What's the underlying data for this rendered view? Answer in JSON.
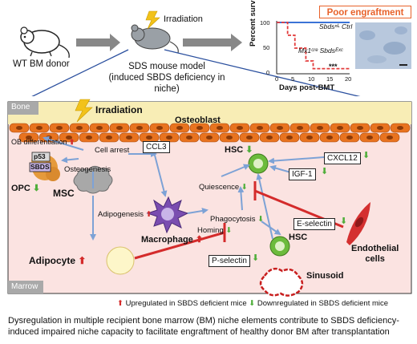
{
  "top": {
    "donor_label": "WT BM donor",
    "irradiation_label": "Irradiation",
    "model_label_line1": "SDS mouse model",
    "model_label_line2": "(induced SBDS deficiency in niche)",
    "poor_engraftment": "Poor engraftment"
  },
  "survival_chart": {
    "ylabel": "Percent survival",
    "xlabel": "Days post-BMT",
    "legend_ctrl": "Sbdsⁿᴸ Ctrl",
    "legend_exc": "Mx1ᶜʳᵉ Sbdsᴱˣᶜ",
    "asterisks": "***",
    "y_ticks": [
      "0",
      "50",
      "100"
    ],
    "x_ticks": [
      "0",
      "5",
      "10",
      "15",
      "20"
    ]
  },
  "chart_data": {
    "type": "line",
    "title": "",
    "xlabel": "Days post-BMT",
    "ylabel": "Percent survival",
    "xlim": [
      0,
      20
    ],
    "ylim": [
      0,
      100
    ],
    "series": [
      {
        "name": "Sbds fl/fl Ctrl",
        "color": "#1f5fd1",
        "x": [
          0,
          20
        ],
        "y": [
          100,
          100
        ]
      },
      {
        "name": "Mx1 Cre Sbds Exc",
        "color": "#e23b3b",
        "x": [
          0,
          3,
          3,
          5,
          5,
          8,
          8,
          10,
          10,
          20
        ],
        "y": [
          100,
          100,
          75,
          75,
          50,
          50,
          25,
          25,
          10,
          10
        ]
      }
    ]
  },
  "niche": {
    "bone_label": "Bone",
    "marrow_label": "Marrow",
    "irradiation_label": "Irradiation",
    "osteoblast_label": "Osteoblast",
    "ob_diff_label": "OB differentiation",
    "p53_label": "p53",
    "sbds_label": "SBDS",
    "opc_label": "OPC",
    "cell_arrest_label": "Cell arrest",
    "osteogenesis_label": "Osteogenesis",
    "msc_label": "MSC",
    "adipogenesis_label": "Adipogenesis",
    "adipocyte_label": "Adipocyte",
    "ccl3_label": "CCL3",
    "macrophage_label": "Macrophage",
    "phagocytosis_label": "Phagocytosis",
    "quiescence_label": "Quiescence",
    "hsc_top_label": "HSC",
    "hsc_bottom_label": "HSC",
    "igf1_label": "IGF-1",
    "cxcl12_label": "CXCL12",
    "eselectin_label": "E-selectin",
    "homing_label": "Homing",
    "pselectin_label": "P-selectin",
    "endothelial_label_line1": "Endothelial",
    "endothelial_label_line2": "cells",
    "sinusoid_label": "Sinusoid"
  },
  "legend": {
    "up_label": "Upregulated in SBDS deficient mice",
    "down_label": "Downregulated in SBDS deficient mice",
    "up_color": "#d42b2b",
    "down_color": "#4fae3a"
  },
  "caption": "Dysregulation in multiple recipient bone marrow (BM) niche elements contribute to SBDS deficiency-induced impaired niche capacity to facilitate engraftment of healthy donor BM after transplantation"
}
